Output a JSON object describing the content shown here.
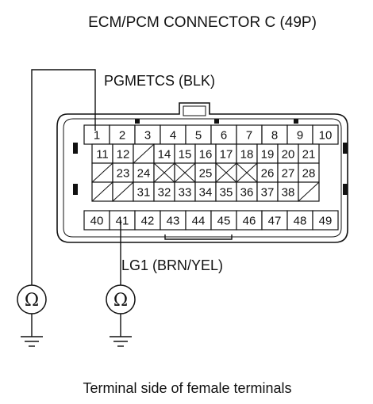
{
  "title": "ECM/PCM CONNECTOR C (49P)",
  "wire_top_label": "PGMETCS (BLK)",
  "wire_bottom_label": "LG1 (BRN/YEL)",
  "caption": "Terminal side of female terminals",
  "meter_symbol": "Ω",
  "rows": [
    [
      "1",
      "2",
      "3",
      "4",
      "5",
      "6",
      "7",
      "8",
      "9",
      "10"
    ],
    [
      "11",
      "12",
      "",
      "14",
      "15",
      "16",
      "17",
      "18",
      "19",
      "20",
      "21"
    ],
    [
      "",
      "23",
      "24",
      "",
      "",
      "25",
      "",
      "",
      "26",
      "27",
      "28"
    ],
    [
      "",
      "",
      "31",
      "32",
      "33",
      "34",
      "35",
      "36",
      "37",
      "38",
      ""
    ],
    [
      "40",
      "41",
      "42",
      "43",
      "44",
      "45",
      "46",
      "47",
      "48",
      "49"
    ]
  ]
}
